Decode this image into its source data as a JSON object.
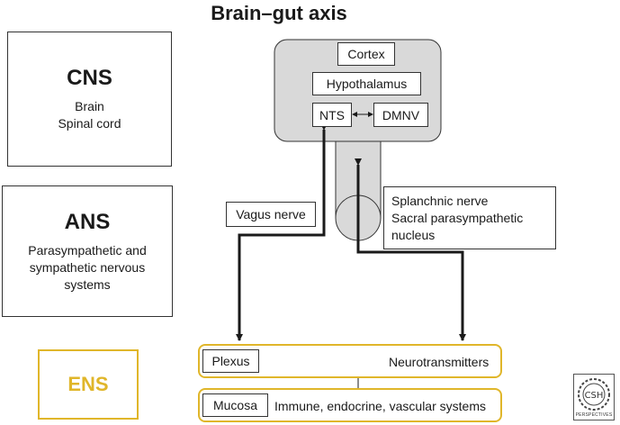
{
  "title": "Brain–gut axis",
  "cns": {
    "heading": "CNS",
    "lines": [
      "Brain",
      "Spinal cord"
    ]
  },
  "ans": {
    "heading": "ANS",
    "lines": [
      "Parasympathetic and",
      "sympathetic nervous",
      "systems"
    ]
  },
  "ens": {
    "heading": "ENS"
  },
  "brain": {
    "cortex": "Cortex",
    "hypothalamus": "Hypothalamus",
    "nts": "NTS",
    "dmnv": "DMNV"
  },
  "vagus": "Vagus nerve",
  "splanchnic": {
    "lines": [
      "Splanchnic nerve",
      "Sacral parasympathetic",
      "nucleus"
    ]
  },
  "plexus": {
    "label": "Plexus",
    "right": "Neurotransmitters"
  },
  "mucosa": {
    "label": "Mucosa",
    "right": "Immune, endocrine, vascular systems"
  },
  "logo": {
    "line1": "CSH",
    "line2": "PERSPECTIVES"
  },
  "colors": {
    "ens_gold": "#e0b62a",
    "brain_fill": "#d9d9d9",
    "line": "#1a1a1a"
  }
}
